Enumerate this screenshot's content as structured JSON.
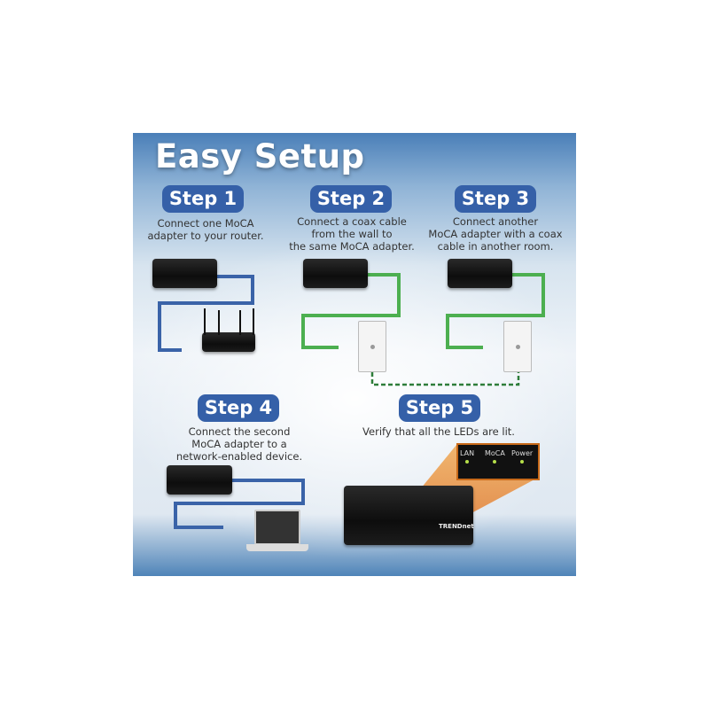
{
  "title": "Easy Setup",
  "steps": [
    {
      "label": "Step 1",
      "text": [
        "Connect one MoCA",
        "adapter to your router."
      ]
    },
    {
      "label": "Step 2",
      "text": [
        "Connect a coax cable",
        "from the wall to",
        "the same MoCA adapter."
      ]
    },
    {
      "label": "Step 3",
      "text": [
        "Connect another",
        "MoCA adapter with a coax",
        "cable in another room."
      ]
    },
    {
      "label": "Step 4",
      "text": [
        "Connect the second",
        "MoCA adapter to a",
        "network-enabled device."
      ]
    },
    {
      "label": "Step 5",
      "text": [
        "Verify that all the LEDs are lit."
      ]
    }
  ],
  "leds": [
    "LAN",
    "MoCA",
    "Power"
  ],
  "brand_logo": "TRENDnet",
  "colors": {
    "pill": "#3560a8",
    "ethernet_cable": "#3a63a8",
    "coax_cable": "#4caf50",
    "highlight": "#e8862a",
    "led": "#b6e04a"
  }
}
